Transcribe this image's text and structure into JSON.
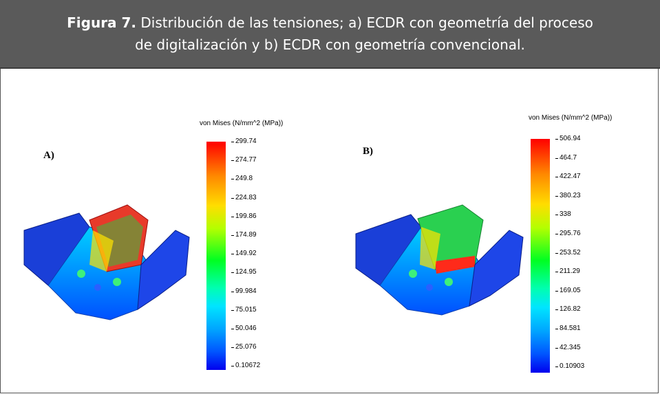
{
  "caption": {
    "bold": "Figura 7.",
    "line1": " Distribución de las tensiones; a) ECDR con geometría del proceso",
    "line2": "de digitalización y b) ECDR con geometría convencional."
  },
  "panel_a": {
    "label": "A)",
    "colorbar_title": "von Mises (N/mm^2 (MPa))",
    "ticks": [
      "299.74",
      "274.77",
      "249.8",
      "224.83",
      "199.86",
      "174.89",
      "149.92",
      "124.95",
      "99.984",
      "75.015",
      "50.046",
      "25.076",
      "0.10672"
    ]
  },
  "panel_b": {
    "label": "B)",
    "colorbar_title": "von Mises (N/mm^2 (MPa))",
    "ticks": [
      "506.94",
      "464.7",
      "422.47",
      "380.23",
      "338",
      "295.76",
      "253.52",
      "211.29",
      "169.05",
      "126.82",
      "84.581",
      "42.345",
      "0.10903"
    ]
  },
  "colors": {
    "header_bg": "#5a5a5a",
    "max_stress": "#ff0000",
    "min_stress": "#0000ee"
  }
}
